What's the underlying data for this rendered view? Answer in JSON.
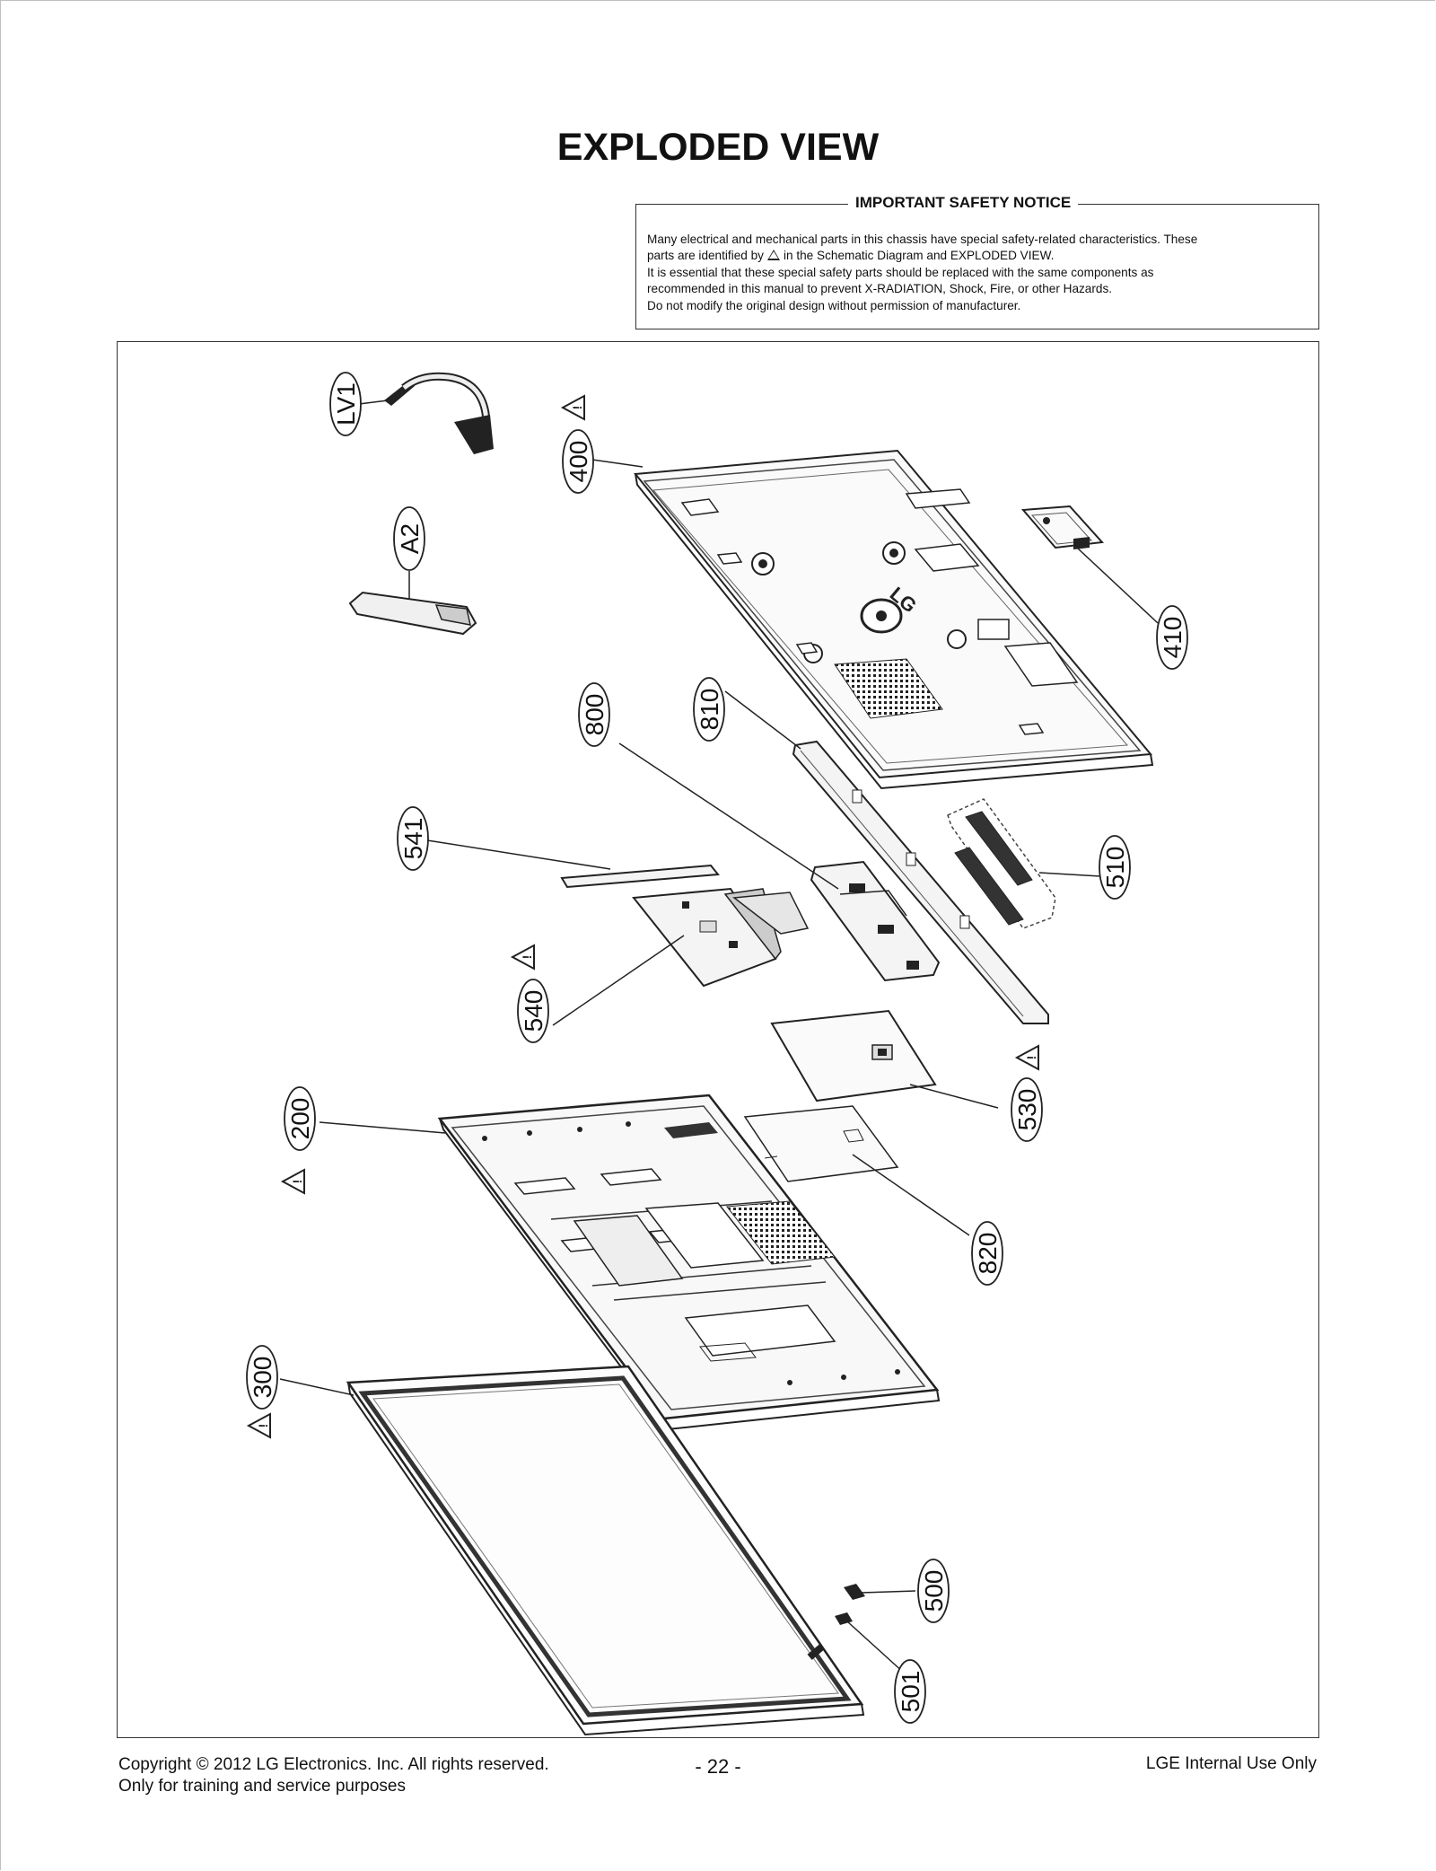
{
  "page": {
    "title": "EXPLODED VIEW"
  },
  "notice": {
    "title": "IMPORTANT SAFETY NOTICE",
    "line1": "Many electrical and mechanical parts in this chassis have special safety-related characteristics. These",
    "line2_before": "parts are identified by",
    "line2_after": "in the Schematic Diagram and EXPLODED VIEW.",
    "line3": "It is essential that these special safety parts should be replaced with the same components as",
    "line4": "recommended in this manual to prevent X-RADIATION, Shock, Fire, or other Hazards.",
    "line5": "Do not modify the original design without permission of manufacturer."
  },
  "diagram": {
    "part_labels": {
      "lv1": "LV1",
      "a2": "A2",
      "p400": "400",
      "p410": "410",
      "p810": "810",
      "p800": "800",
      "p541": "541",
      "p510": "510",
      "p540": "540",
      "p530": "530",
      "p200": "200",
      "p820": "820",
      "p300": "300",
      "p500": "500",
      "p501": "501"
    },
    "safety_symbol_glyph": "!",
    "logo_text": "LG"
  },
  "footer": {
    "copyright": "Copyright  © 2012  LG Electronics. Inc. All rights reserved.",
    "purpose": "Only for training and service purposes",
    "page_number": "- 22 -",
    "internal": "LGE Internal Use Only"
  },
  "colors": {
    "ink": "#111111",
    "line": "#333333",
    "panel_fill": "#f4f4f4"
  }
}
